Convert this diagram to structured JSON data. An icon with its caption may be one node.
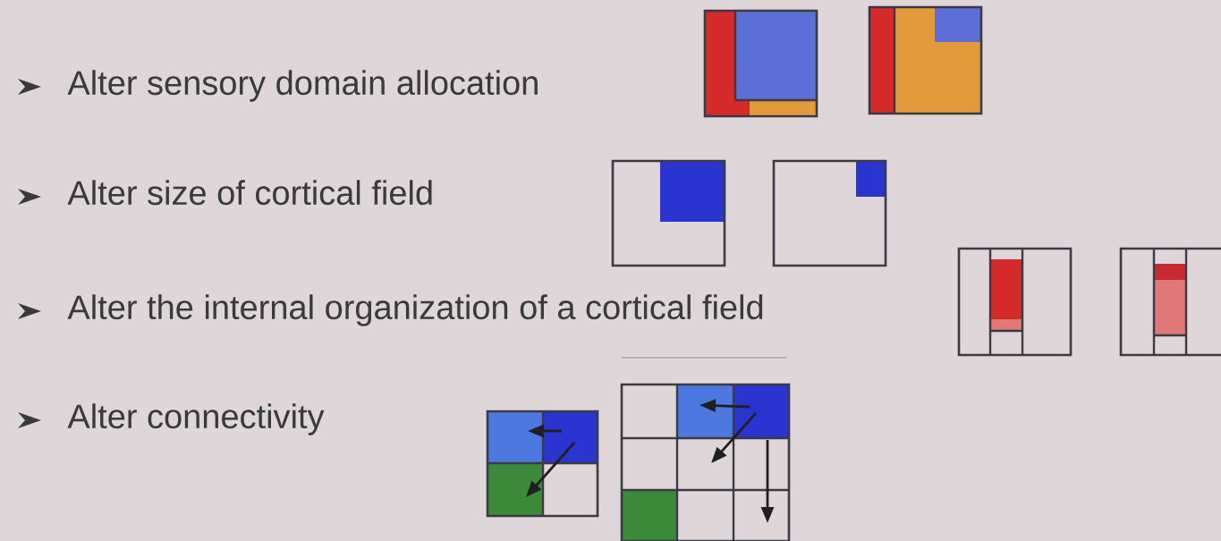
{
  "diagram": {
    "labels": [
      "Alter sensory domain allocation",
      "Alter size of cortical field",
      "Alter the internal organization of a cortical field",
      "Alter connectivity"
    ]
  }
}
